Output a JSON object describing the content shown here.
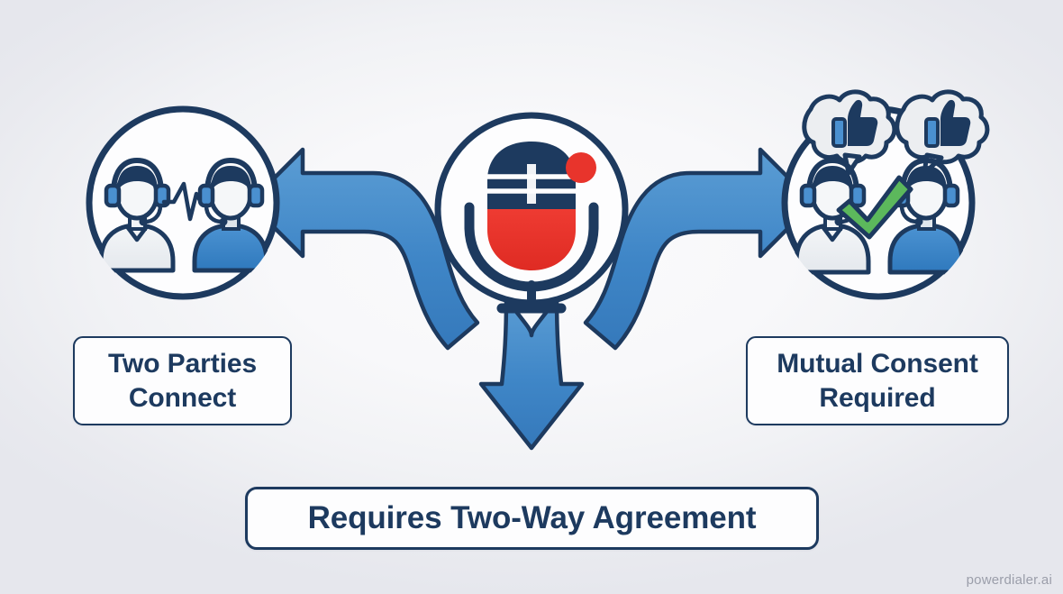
{
  "diagram": {
    "title": "Requires Two-Way Agreement",
    "background_color": "#eaebef",
    "palette": {
      "navy": "#1d3a5f",
      "navy_dark": "#16365c",
      "blue": "#3b82c4",
      "blue_light": "#5b9dd4",
      "red": "#e8342c",
      "green": "#5cb85c",
      "white": "#fdfdfe",
      "gray_fill": "#eceef1"
    }
  },
  "nodes": {
    "center": {
      "name": "recording-microphone",
      "icon": "microphone-icon",
      "badge_icon": "record-dot-icon",
      "label": ""
    },
    "left": {
      "name": "two-parties-connect",
      "icon": "two-agents-headset-waveform-icon",
      "label_line1": "Two Parties",
      "label_line2": "Connect"
    },
    "right": {
      "name": "mutual-consent-required",
      "icon": "two-agents-thumbsup-check-icon",
      "label_line1": "Mutual Consent",
      "label_line2": "Required"
    },
    "bottom": {
      "name": "requires-two-way-agreement",
      "label": "Requires Two-Way Agreement"
    }
  },
  "arrows": [
    {
      "name": "arrow-to-left",
      "direction": "left",
      "from": "center",
      "to": "left",
      "color": "#3b82c4"
    },
    {
      "name": "arrow-to-right",
      "direction": "right",
      "from": "center",
      "to": "right",
      "color": "#3b82c4"
    },
    {
      "name": "arrow-to-bottom",
      "direction": "down",
      "from": "center",
      "to": "bottom",
      "color": "#3b82c4"
    }
  ],
  "watermark": {
    "text": "powerdialer.ai"
  }
}
